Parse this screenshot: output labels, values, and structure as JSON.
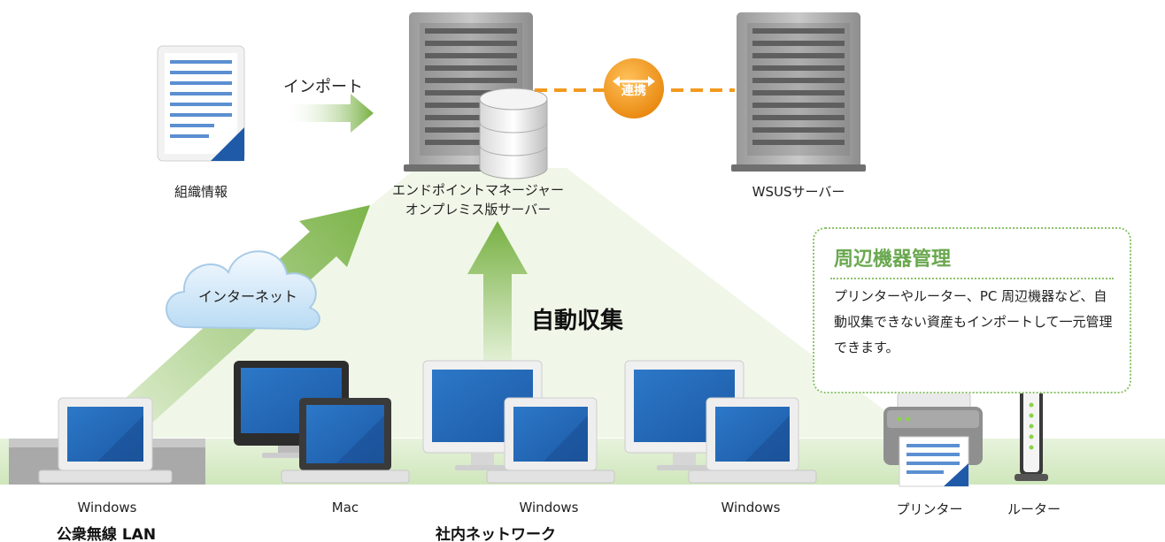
{
  "labels": {
    "import": "インポート",
    "org_info": "組織情報",
    "server_line1": "エンドポイントマネージャー",
    "server_line2": "オンプレミス版サーバー",
    "wsus": "WSUSサーバー",
    "link": "連携",
    "internet": "インターネット",
    "auto_collect": "自動収集",
    "windows_public": "Windows",
    "mac": "Mac",
    "windows_center": "Windows",
    "windows_right": "Windows",
    "printer": "プリンター",
    "router": "ルーター",
    "public_lan": "公衆無線 LAN",
    "internal_network": "社内ネットワーク"
  },
  "callout": {
    "title": "周辺機器管理",
    "body": "プリンターやルーター、PC 周辺機器など、自動収集できない資産もインポートして一元管理できます。"
  },
  "colors": {
    "green_accent": "#7ab648",
    "callout_green": "#6aa84f",
    "screen_blue": "#2a6fc0",
    "server_gray": "#8a8a8a",
    "link_orange": "#f39a1e"
  },
  "icons": [
    "document-icon",
    "server-icon",
    "database-icon",
    "cloud-icon",
    "laptop-icon",
    "imac-icon",
    "monitor-icon",
    "printer-icon",
    "router-icon",
    "link-icon"
  ]
}
